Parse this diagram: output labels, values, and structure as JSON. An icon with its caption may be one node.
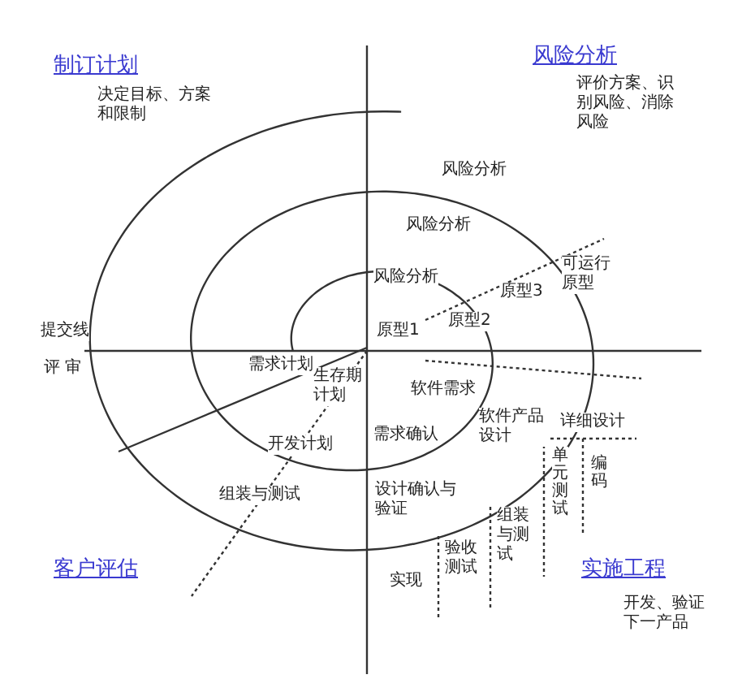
{
  "diagram": {
    "labels": [
      "制订计划",
      "决定目标、方案和限制",
      "风险分析",
      "评价方案、识别风险、消除风险",
      "风险分析",
      "风险分析",
      "风险分析",
      "可运行原型",
      "原型3",
      "原型2",
      "原型1",
      "提交线",
      "评 审",
      "需求计划",
      "生存期计划",
      "软件需求",
      "软件产品设计",
      "详细设计",
      "开发计划",
      "需求确认",
      "单元测试",
      "编码",
      "组装与测试",
      "设计确认与验证",
      "组装与测试",
      "验收测试",
      "实现",
      "客户评估",
      "实施工程",
      "开发、验证下一产品"
    ]
  }
}
